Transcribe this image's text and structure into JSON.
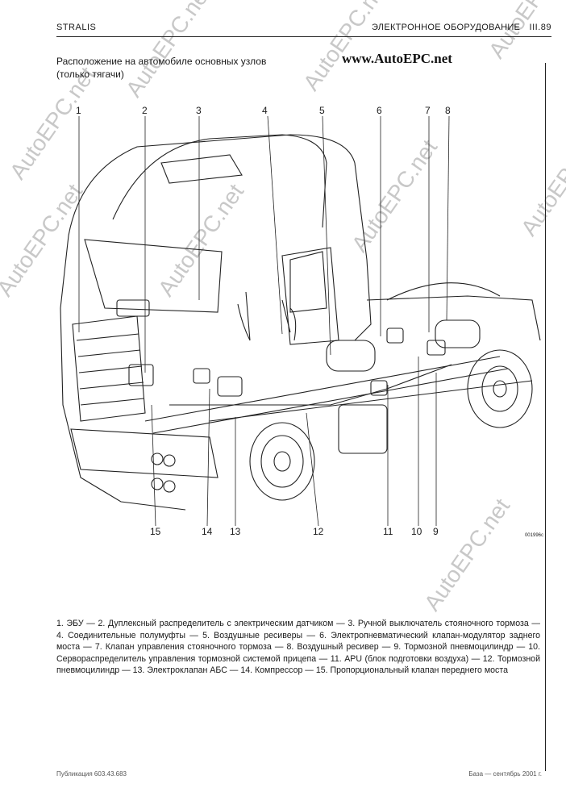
{
  "header": {
    "left": "STRALIS",
    "right": "ЭЛЕКТРОННОЕ ОБОРУДОВАНИЕ",
    "page": "III.89"
  },
  "title_line1": "Расположение на автомобиле основных узлов",
  "title_line2": "(только тягачи)",
  "site": "www.AutoEPC.net",
  "watermark": "AutoEPC.net",
  "drawing_code": "001996c",
  "callouts": [
    "1",
    "2",
    "3",
    "4",
    "5",
    "6",
    "7",
    "8",
    "9",
    "10",
    "11",
    "12",
    "13",
    "14",
    "15"
  ],
  "caption": "1. ЭБУ — 2. Дуплексный распределитель с электрическим датчиком — 3. Ручной выключатель стояночного тормоза — 4. Соединительные полумуфты — 5. Воздушные ресиверы — 6. Электропневматический клапан-модулятор заднего моста — 7. Клапан управления стояночного тормоза — 8. Воздушный ресивер — 9. Тормозной пневмоцилиндр — 10. Сервораспределитель управления тормозной системой прицепа — 11. APU (блок подготовки воздуха) — 12. Тормозной пневмоцилиндр — 13. Электроклапан АБС — 14. Компрессор — 15. Пропорциональный клапан переднего моста",
  "footer": {
    "left": "Публикация 603.43.683",
    "right": "База — сентябрь 2001 г."
  }
}
